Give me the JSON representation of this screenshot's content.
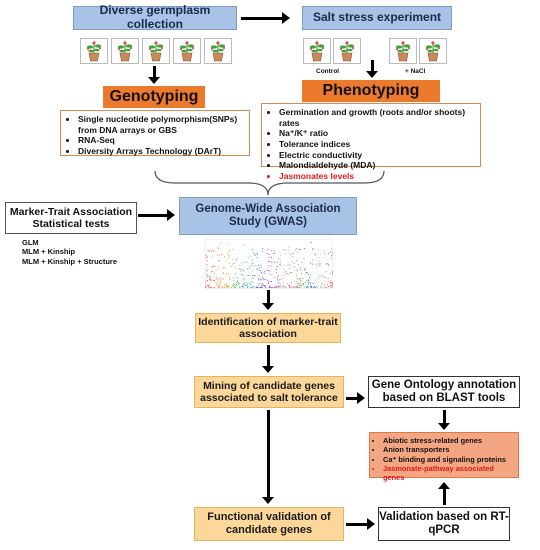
{
  "germplasm": {
    "title": "Diverse germplasm collection"
  },
  "salt": {
    "title": "Salt stress experiment",
    "control_label": "Control",
    "nacl_label": "+ NaCl"
  },
  "genotyping": {
    "title": "Genotyping",
    "items": [
      "Single nucleotide polymorphism(SNPs) from DNA arrays or GBS",
      "RNA-Seq",
      "Diversity Arrays Technology (DArT)"
    ]
  },
  "phenotyping": {
    "title": "Phenotyping",
    "items": [
      "Germination and growth (roots and/or shoots) rates",
      "Na⁺/K⁺ ratio",
      "Tolerance indices",
      "Electric conductivity",
      "Malondialdehyde (MDA)"
    ],
    "highlight_item": "Jasmonates levels"
  },
  "mta": {
    "title": "Marker-Trait Association Statistical tests",
    "models": [
      "GLM",
      "MLM + Kinship",
      "MLM + Kinship + Structure"
    ]
  },
  "gwas": {
    "title": "Genome-Wide Association Study (GWAS)"
  },
  "identification": {
    "title": "Identification of marker-trait association"
  },
  "mining": {
    "title": "Mining of candidate genes associated to salt tolerance"
  },
  "go": {
    "title": "Gene Ontology annotation based on BLAST tools"
  },
  "genes": {
    "items": [
      "Abiotic stress-related genes",
      "Anion transporters",
      "Ca⁺ binding and signaling proteins"
    ],
    "highlight_item": "Jasmonate-pathway associated genes"
  },
  "functional": {
    "title": "Functional validation of candidate genes"
  },
  "rtqpcr": {
    "title": "Validation based on RT-qPCR"
  },
  "colors": {
    "blue_box": "#a9c3e6",
    "orange_box": "#ec7a2d",
    "yellow_box": "#fbd79a",
    "genes_box": "#f4a582",
    "highlight": "#e3181c"
  },
  "icons": {
    "plant_pot": "plant-pot-icon",
    "manhattan_plot": "manhattan-plot-icon"
  }
}
